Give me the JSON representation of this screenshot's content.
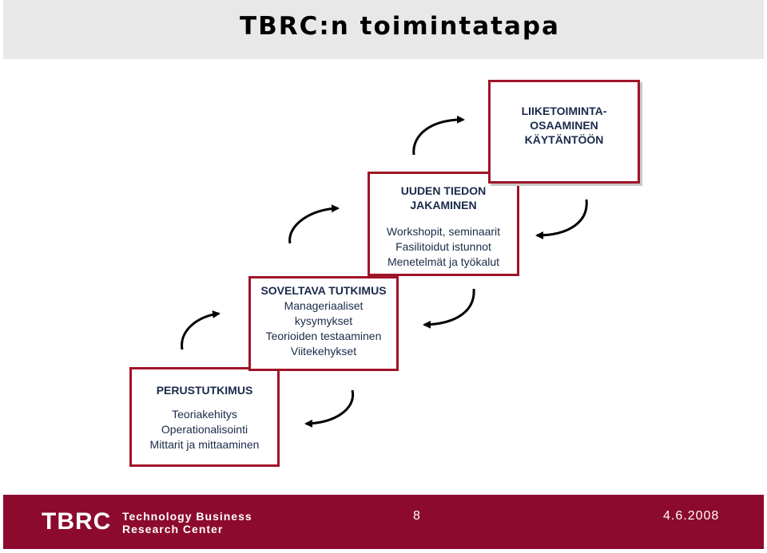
{
  "title": "TBRC:n toimintatapa",
  "steps": [
    {
      "heading": "PERUSTUTKIMUS",
      "items": [
        "Teoriakehitys",
        "Operationalisointi",
        "Mittarit ja mittaaminen"
      ]
    },
    {
      "heading": "SOVELTAVA TUTKIMUS",
      "items": [
        "Manageriaaliset",
        "kysymykset",
        "Teorioiden testaaminen",
        "Viitekehykset"
      ]
    },
    {
      "heading": "UUDEN TIEDON\nJAKAMINEN",
      "items": [
        "Workshopit, seminaarit",
        "Fasilitoidut istunnot",
        "Menetelmät ja työkalut"
      ]
    },
    {
      "heading": "LIIKETOIMINTA-\nOSAAMINEN\nKÄYTÄNTÖÖN",
      "items": []
    }
  ],
  "footer": {
    "logo": "TBRC",
    "logo_line1": "Technology Business",
    "logo_line2": "Research Center",
    "page_number": "8",
    "date": "4.6.2008"
  },
  "colors": {
    "accent": "#a01428",
    "footer_bg": "#8c0a2e",
    "title_bg": "#e8e8e8",
    "text": "#1a2a4a"
  }
}
